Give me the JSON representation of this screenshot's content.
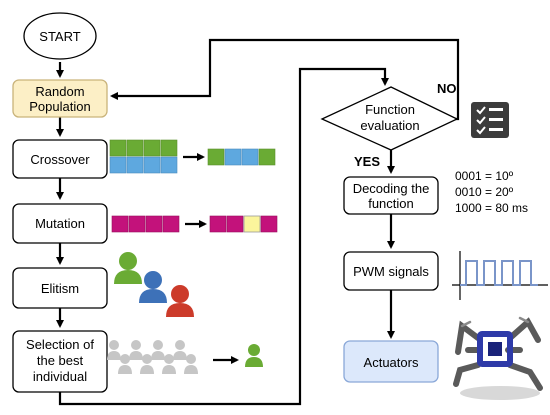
{
  "flow": {
    "start": "START",
    "random_population": [
      "Random",
      "Population"
    ],
    "crossover": "Crossover",
    "mutation": "Mutation",
    "elitism": "Elitism",
    "selection": [
      "Selection of",
      "the best",
      "individual"
    ],
    "function_evaluation": [
      "Function",
      "evaluation"
    ],
    "no_label": "NO",
    "yes_label": "YES",
    "decoding": [
      "Decoding the",
      "function"
    ],
    "pwm": "PWM signals",
    "actuators": "Actuators"
  },
  "encoding_examples": [
    "0001 = 10º",
    "0010 = 20º",
    "1000 = 80 ms"
  ],
  "colors": {
    "accent_yellow": "#fcefc6",
    "accent_blue_node": "#dce8fb",
    "gene_green": "#6aab34",
    "gene_blue": "#5ea8df",
    "gene_magenta": "#c3127b",
    "gene_yellow": "#fbf59c",
    "pwm_line": "#7a95c9",
    "person_green": "#6aab34",
    "person_blue": "#3d71b8",
    "person_red": "#cc3b2a",
    "person_gray": "#c6c6c6",
    "checklist_bg": "#3c3c3c",
    "robot_frame": "#2e3aa8"
  },
  "icons": {
    "checklist": "checklist-icon",
    "people": "people-icon",
    "robot": "hexapod-robot-icon",
    "pwm": "pwm-waveform-icon"
  }
}
